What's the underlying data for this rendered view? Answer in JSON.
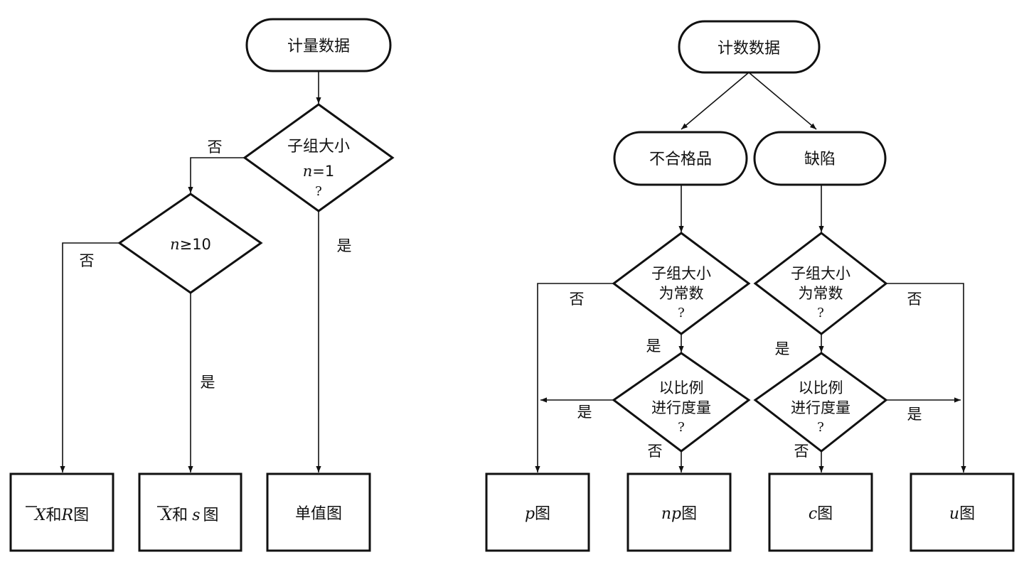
{
  "left": {
    "start": "计量数据",
    "q_subgroup": {
      "line1": "子组大小",
      "var": "n",
      "op": "=1",
      "q": "?"
    },
    "q_n10": {
      "var": "n",
      "op": "≥10"
    },
    "no": "否",
    "yes": "是",
    "charts": {
      "xbar_r": {
        "bar": "X",
        "mid": "和",
        "var": "R",
        "suffix": "图"
      },
      "xbar_s": {
        "bar": "X",
        "mid": "和",
        "var": "s",
        "suffix": "图"
      },
      "individual": "单值图"
    }
  },
  "right": {
    "start": "计数数据",
    "nonconforming": "不合格品",
    "defects": "缺陷",
    "q_const": {
      "line1": "子组大小",
      "line2": "为常数",
      "q": "?"
    },
    "q_ratio": {
      "line1": "以比例",
      "line2": "进行度量",
      "q": "?"
    },
    "no": "否",
    "yes": "是",
    "charts": {
      "p": {
        "var": "p",
        "suffix": "图"
      },
      "np": {
        "var": "np",
        "suffix": "图"
      },
      "c": {
        "var": "c",
        "suffix": "图"
      },
      "u": {
        "var": "u",
        "suffix": "图"
      }
    }
  }
}
